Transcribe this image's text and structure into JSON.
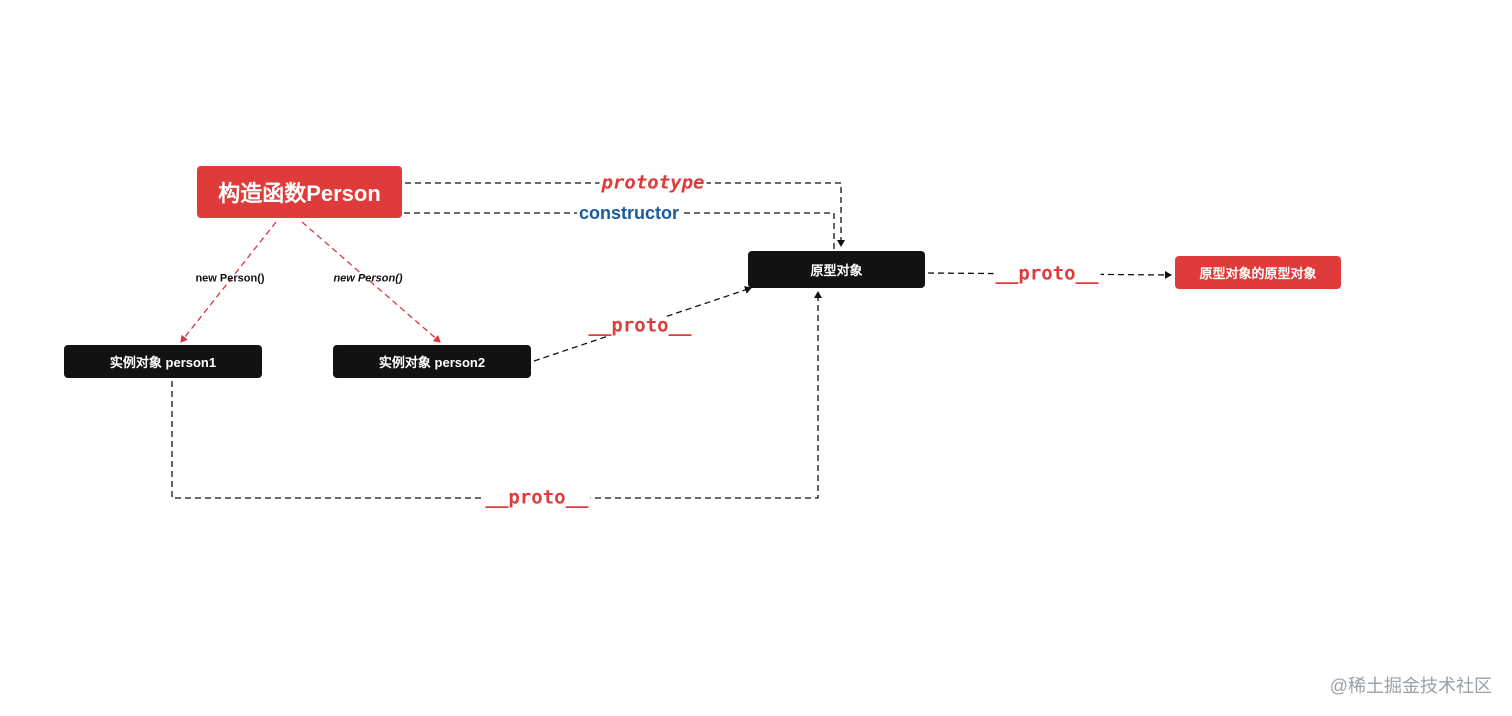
{
  "nodes": {
    "constructor_fn": "构造函数Person",
    "instance1": "实例对象 person1",
    "instance2": "实例对象 person2",
    "prototype_obj": "原型对象",
    "prototype_of_prototype": "原型对象的原型对象"
  },
  "edge_labels": {
    "prototype": "prototype",
    "constructor": "constructor",
    "new_person_1": "new Person()",
    "new_person_2": "new Person()",
    "proto_instance2": "__proto__",
    "proto_instance1": "__proto__",
    "proto_chain": "__proto__"
  },
  "colors": {
    "accent_red": "#e03b3b",
    "node_black": "#121212",
    "constructor_blue": "#1a5a9e"
  },
  "watermark": "@稀土掘金技术社区"
}
